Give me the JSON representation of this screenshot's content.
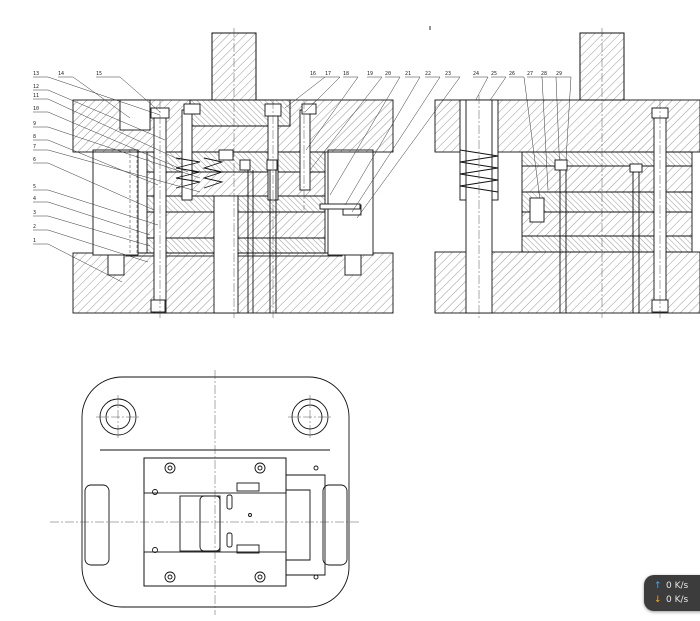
{
  "drawing": {
    "part_labels_left": [
      "13",
      "14",
      "15",
      "12",
      "11",
      "10",
      "9",
      "8",
      "7",
      "6",
      "5",
      "4",
      "3",
      "2",
      "1"
    ],
    "part_labels_right": [
      "16",
      "17",
      "18",
      "19",
      "20",
      "21",
      "22",
      "23",
      "24",
      "25",
      "26",
      "27",
      "28",
      "29"
    ]
  },
  "net_widget": {
    "upload": {
      "icon": "arrow-up-icon",
      "arrow": "↑",
      "value": "0 K/s",
      "color": "#3fa9f5"
    },
    "download": {
      "icon": "arrow-down-icon",
      "arrow": "↓",
      "value": "0 K/s",
      "color": "#f5a623"
    }
  }
}
